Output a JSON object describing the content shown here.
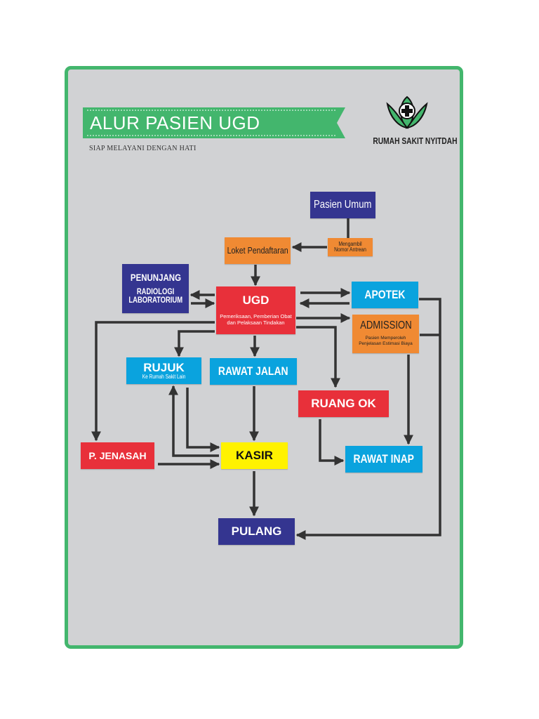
{
  "header": {
    "title": "ALUR PASIEN UGD",
    "tagline": "SIAP MELAYANI DENGAN HATI",
    "hospital_name": "RUMAH SAKIT NYITDAH"
  },
  "nodes": {
    "pasien_umum": "Pasien Umum",
    "mengambil_antrean": "Mengambil Nomor Antrean",
    "loket_pendaftaran": "Loket Pendaftaran",
    "penunjang": {
      "title": "PENUNJANG",
      "line1": "RADIOLOGI",
      "line2": "LABORATORIUM"
    },
    "ugd": {
      "title": "UGD",
      "subtitle": "Pemeriksaan, Pemberian Obat dan Pelaksaan Tindakan"
    },
    "apotek": "APOTEK",
    "admission": {
      "title": "ADMISSION",
      "subtitle": "Pasien Memperoleh Penjelasan Estimasi Biaya"
    },
    "rujuk": {
      "title": "RUJUK",
      "subtitle": "Ke Rumah Sakit Lain"
    },
    "rawat_jalan": "RAWAT JALAN",
    "ruang_ok": "RUANG OK",
    "jenasah": "P. JENASAH",
    "kasir": "KASIR",
    "rawat_inap": "RAWAT INAP",
    "pulang": "PULANG"
  },
  "colors": {
    "green_frame": "#43b66d",
    "card_bg": "#d1d2d4",
    "navy": "#343590",
    "red": "#e8303a",
    "sky": "#0aa3de",
    "orange": "#f08a33",
    "yellow": "#fff200",
    "arrow": "#333333"
  },
  "edges": [
    [
      "pasien-umum",
      "mengambil-antrean"
    ],
    [
      "mengambil-antrean",
      "loket-pendaftaran"
    ],
    [
      "loket-pendaftaran",
      "ugd"
    ],
    [
      "ugd",
      "penunjang"
    ],
    [
      "penunjang",
      "ugd"
    ],
    [
      "ugd",
      "apotek"
    ],
    [
      "apotek",
      "ugd"
    ],
    [
      "ugd",
      "admission"
    ],
    [
      "ugd",
      "jenasah"
    ],
    [
      "ugd",
      "rujuk"
    ],
    [
      "ugd",
      "rawat-jalan"
    ],
    [
      "ugd",
      "ruang-ok"
    ],
    [
      "admission",
      "rawat-inap"
    ],
    [
      "ruang-ok",
      "rawat-inap"
    ],
    [
      "rujuk",
      "kasir"
    ],
    [
      "kasir",
      "rujuk"
    ],
    [
      "rawat-jalan",
      "kasir"
    ],
    [
      "jenasah",
      "kasir"
    ],
    [
      "kasir",
      "pulang"
    ],
    [
      "apotek",
      "pulang"
    ],
    [
      "admission",
      "pulang"
    ]
  ]
}
